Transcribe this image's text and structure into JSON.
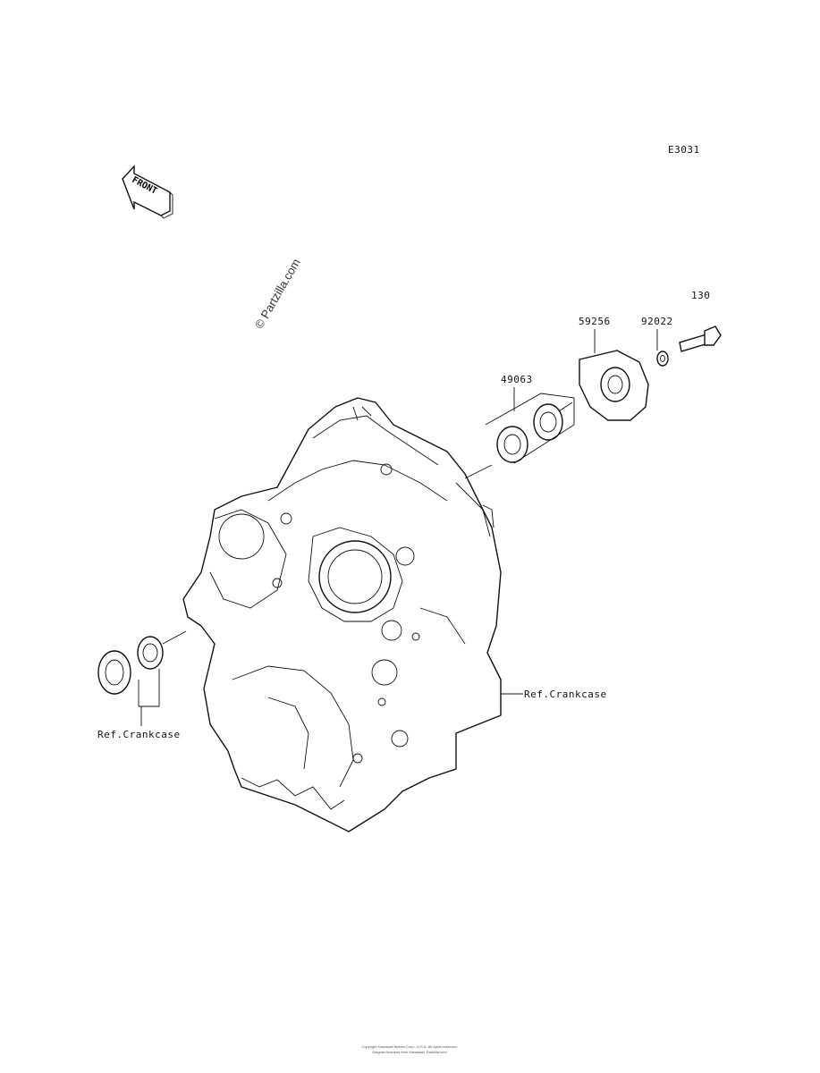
{
  "diagram_code": "E3031",
  "front_arrow_label": "FRONT",
  "watermark": "© Partzilla.com",
  "parts": [
    {
      "number": "130"
    },
    {
      "number": "59256"
    },
    {
      "number": "92022"
    },
    {
      "number": "49063"
    }
  ],
  "references": [
    {
      "text": "Ref.Crankcase"
    },
    {
      "text": "Ref.Crankcase"
    }
  ],
  "footer": {
    "line1": "Copyright Kawasaki Motors Corp., U.S.A. All rights reserved.",
    "line2": "Diagram licensed from Kawasaki. Partzilla.com"
  }
}
